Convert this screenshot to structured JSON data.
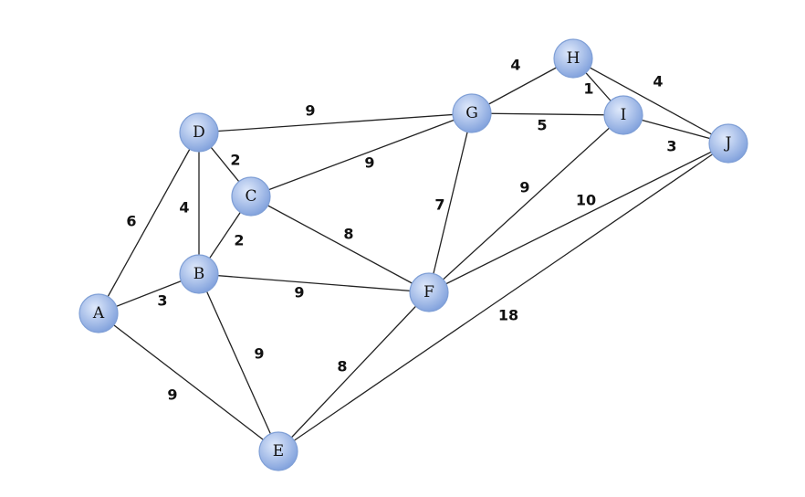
{
  "graph": {
    "node_colors": {
      "center": "#dfe9fb",
      "edge": "#7d9edb"
    },
    "nodes": [
      {
        "id": "A",
        "label": "A"
      },
      {
        "id": "B",
        "label": "B"
      },
      {
        "id": "C",
        "label": "C"
      },
      {
        "id": "D",
        "label": "D"
      },
      {
        "id": "E",
        "label": "E"
      },
      {
        "id": "F",
        "label": "F"
      },
      {
        "id": "G",
        "label": "G"
      },
      {
        "id": "H",
        "label": "H"
      },
      {
        "id": "I",
        "label": "I"
      },
      {
        "id": "J",
        "label": "J"
      }
    ],
    "edges": [
      {
        "from": "A",
        "to": "D",
        "weight": "6"
      },
      {
        "from": "A",
        "to": "B",
        "weight": "3"
      },
      {
        "from": "A",
        "to": "E",
        "weight": "9"
      },
      {
        "from": "D",
        "to": "B",
        "weight": "4"
      },
      {
        "from": "D",
        "to": "C",
        "weight": "2"
      },
      {
        "from": "D",
        "to": "G",
        "weight": "9"
      },
      {
        "from": "B",
        "to": "C",
        "weight": "2"
      },
      {
        "from": "B",
        "to": "F",
        "weight": "9"
      },
      {
        "from": "B",
        "to": "E",
        "weight": "9"
      },
      {
        "from": "C",
        "to": "G",
        "weight": "9"
      },
      {
        "from": "C",
        "to": "F",
        "weight": "8"
      },
      {
        "from": "E",
        "to": "F",
        "weight": "8"
      },
      {
        "from": "E",
        "to": "J",
        "weight": "18"
      },
      {
        "from": "F",
        "to": "G",
        "weight": "7"
      },
      {
        "from": "F",
        "to": "I",
        "weight": "9"
      },
      {
        "from": "F",
        "to": "J",
        "weight": "10"
      },
      {
        "from": "G",
        "to": "H",
        "weight": "4"
      },
      {
        "from": "G",
        "to": "I",
        "weight": "5"
      },
      {
        "from": "H",
        "to": "I",
        "weight": "1"
      },
      {
        "from": "H",
        "to": "J",
        "weight": "4"
      },
      {
        "from": "I",
        "to": "J",
        "weight": "3"
      }
    ]
  }
}
